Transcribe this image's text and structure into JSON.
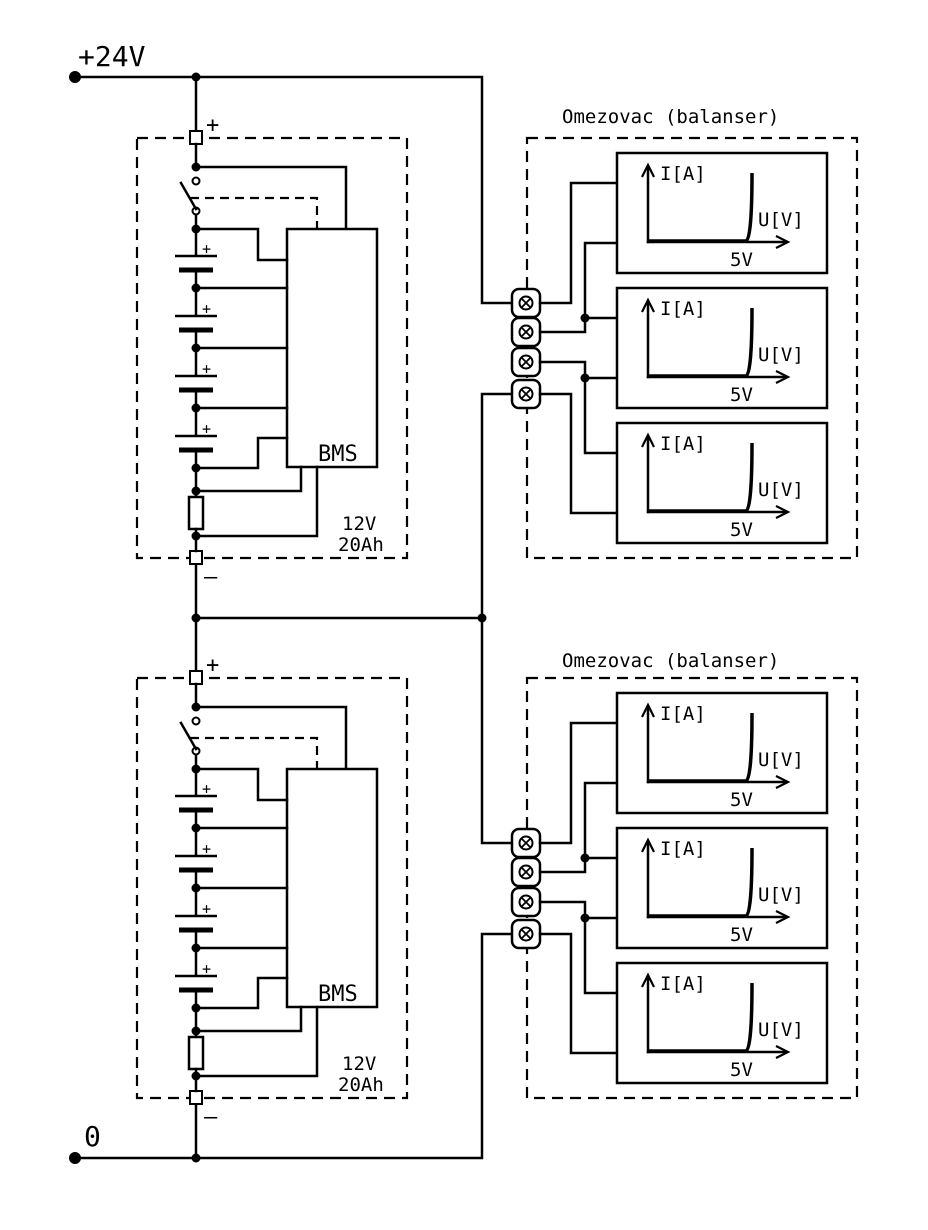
{
  "rail_top_label": "+24V",
  "rail_bottom_label": "0",
  "packs": [
    {
      "plus_label": "+",
      "minus_label": "–",
      "cell_plus_label": "+",
      "bms_label": "BMS",
      "rating_voltage": "12V",
      "rating_capacity": "20Ah"
    },
    {
      "plus_label": "+",
      "minus_label": "–",
      "cell_plus_label": "+",
      "bms_label": "BMS",
      "rating_voltage": "12V",
      "rating_capacity": "20Ah"
    }
  ],
  "balancers": [
    {
      "title": "Omezovac (balanser)",
      "graph_y_label": "I[A]",
      "graph_x_label": "U[V]",
      "graph_tick_label": "5V"
    },
    {
      "title": "Omezovac (balanser)",
      "graph_y_label": "I[A]",
      "graph_x_label": "U[V]",
      "graph_tick_label": "5V"
    }
  ],
  "line_color": "#000000",
  "background_color": "#ffffff"
}
